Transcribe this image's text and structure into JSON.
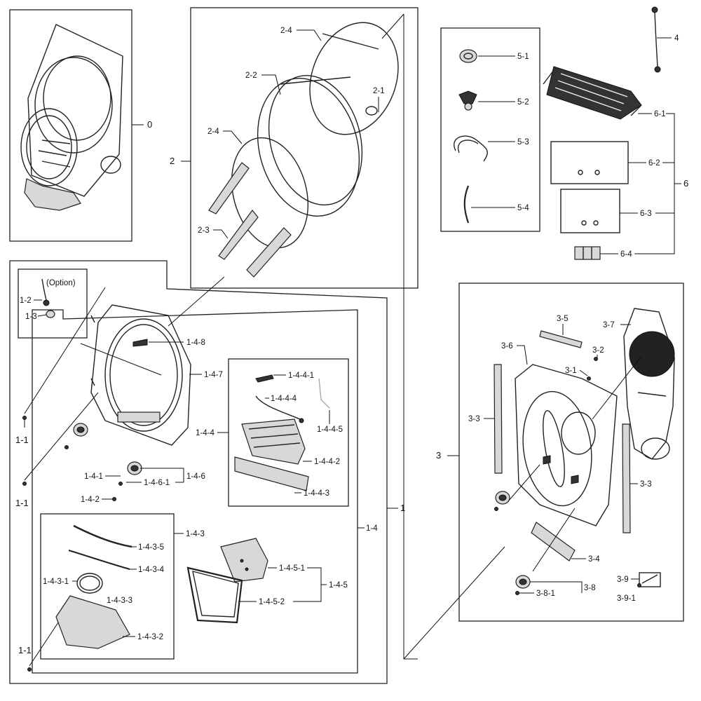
{
  "labels": {
    "l0": "0",
    "l1": "1",
    "l1_1a": "1-1",
    "l1_1b": "1-1",
    "l1_1c": "1-1",
    "l1_2": "1-2",
    "l1_3": "1-3",
    "l1_4": "1-4",
    "l1_4_1": "1-4-1",
    "l1_4_2": "1-4-2",
    "l1_4_3": "1-4-3",
    "l1_4_3_1": "1-4-3-1",
    "l1_4_3_2": "1-4-3-2",
    "l1_4_3_3": "1-4-3-3",
    "l1_4_3_4": "1-4-3-4",
    "l1_4_3_5": "1-4-3-5",
    "l1_4_4": "1-4-4",
    "l1_4_4_1": "1-4-4-1",
    "l1_4_4_2": "1-4-4-2",
    "l1_4_4_3": "1-4-4-3",
    "l1_4_4_4": "1-4-4-4",
    "l1_4_4_5": "1-4-4-5",
    "l1_4_5": "1-4-5",
    "l1_4_5_1": "1-4-5-1",
    "l1_4_5_2": "1-4-5-2",
    "l1_4_6": "1-4-6",
    "l1_4_6_1": "1-4-6-1",
    "l1_4_7": "1-4-7",
    "l1_4_8": "1-4-8",
    "option": "(Option)",
    "l2": "2",
    "l2_1": "2-1",
    "l2_2": "2-2",
    "l2_3": "2-3",
    "l2_4a": "2-4",
    "l2_4b": "2-4",
    "l3": "3",
    "l3_1": "3-1",
    "l3_2": "3-2",
    "l3_3a": "3-3",
    "l3_3b": "3-3",
    "l3_4": "3-4",
    "l3_5": "3-5",
    "l3_6": "3-6",
    "l3_7": "3-7",
    "l3_8": "3-8",
    "l3_8_1": "3-8-1",
    "l3_9": "3-9",
    "l3_9_1": "3-9-1",
    "l4": "4",
    "l5_1": "5-1",
    "l5_2": "5-2",
    "l5_3": "5-3",
    "l5_4": "5-4",
    "l6": "6",
    "l6_1": "6-1",
    "l6_2": "6-2",
    "l6_3": "6-3",
    "l6_4": "6-4"
  }
}
